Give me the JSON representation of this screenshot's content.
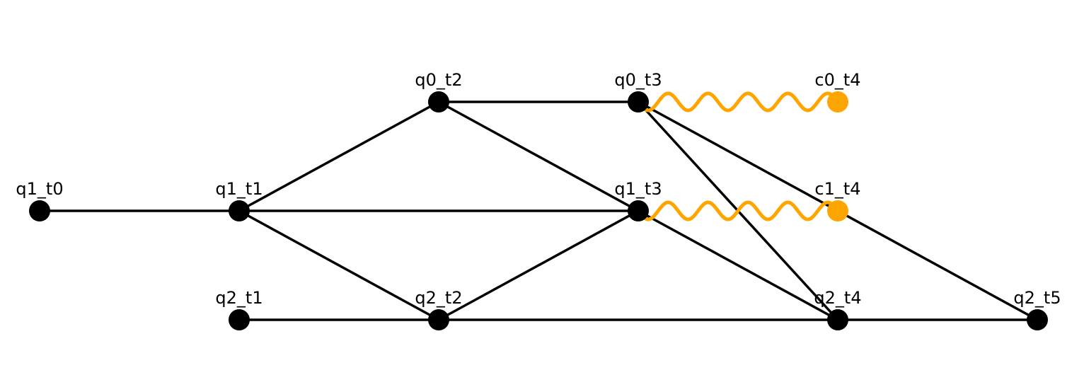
{
  "colors": {
    "edge": "#000000",
    "node": "#000000",
    "classical_node": "#ffa500",
    "wavy_edge": "#ffa500",
    "background": "#ffffff"
  },
  "nodes": [
    {
      "id": "q1_t0",
      "label": "q1_t0",
      "kind": "quantum"
    },
    {
      "id": "q1_t1",
      "label": "q1_t1",
      "kind": "quantum"
    },
    {
      "id": "q2_t1",
      "label": "q2_t1",
      "kind": "quantum"
    },
    {
      "id": "q0_t2",
      "label": "q0_t2",
      "kind": "quantum"
    },
    {
      "id": "q2_t2",
      "label": "q2_t2",
      "kind": "quantum"
    },
    {
      "id": "q0_t3",
      "label": "q0_t3",
      "kind": "quantum"
    },
    {
      "id": "q1_t3",
      "label": "q1_t3",
      "kind": "quantum"
    },
    {
      "id": "c0_t4",
      "label": "c0_t4",
      "kind": "classical"
    },
    {
      "id": "c1_t4",
      "label": "c1_t4",
      "kind": "classical"
    },
    {
      "id": "q2_t4",
      "label": "q2_t4",
      "kind": "quantum"
    },
    {
      "id": "q2_t5",
      "label": "q2_t5",
      "kind": "quantum"
    }
  ],
  "edges": [
    {
      "from": "q1_t0",
      "to": "q1_t1",
      "style": "straight"
    },
    {
      "from": "q1_t1",
      "to": "q0_t2",
      "style": "straight"
    },
    {
      "from": "q1_t1",
      "to": "q1_t3",
      "style": "straight"
    },
    {
      "from": "q1_t1",
      "to": "q2_t2",
      "style": "straight"
    },
    {
      "from": "q2_t1",
      "to": "q2_t2",
      "style": "straight"
    },
    {
      "from": "q0_t2",
      "to": "q0_t3",
      "style": "straight"
    },
    {
      "from": "q0_t2",
      "to": "q1_t3",
      "style": "straight"
    },
    {
      "from": "q2_t2",
      "to": "q1_t3",
      "style": "straight"
    },
    {
      "from": "q2_t2",
      "to": "q2_t4",
      "style": "straight"
    },
    {
      "from": "q0_t3",
      "to": "q2_t4",
      "style": "straight"
    },
    {
      "from": "q0_t3",
      "to": "q2_t5",
      "style": "straight"
    },
    {
      "from": "q1_t3",
      "to": "q2_t4",
      "style": "straight"
    },
    {
      "from": "q2_t4",
      "to": "q2_t5",
      "style": "straight"
    },
    {
      "from": "q0_t3",
      "to": "c0_t4",
      "style": "wavy"
    },
    {
      "from": "q1_t3",
      "to": "c1_t4",
      "style": "wavy"
    }
  ]
}
